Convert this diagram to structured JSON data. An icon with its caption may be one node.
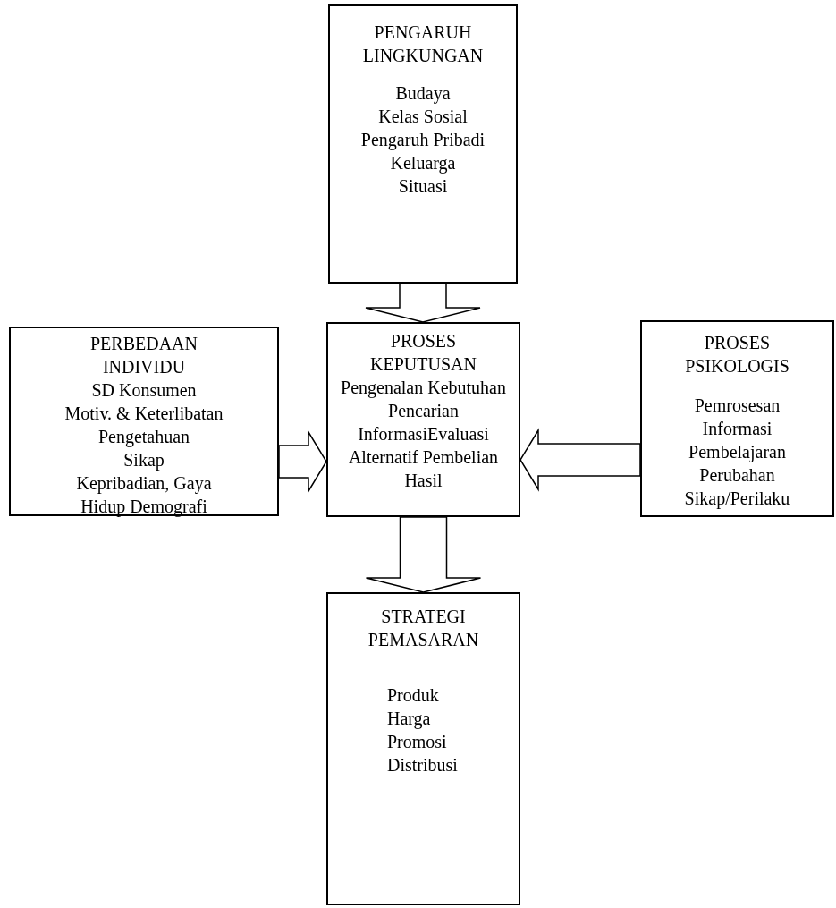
{
  "diagram": {
    "nodes": [
      {
        "text": [
          "PENGARUH LINGKUNGAN",
          "Budaya",
          "Kelas Sosial",
          "Pengaruh Pribadi",
          "Keluarga",
          "Situasi"
        ]
      },
      {
        "text": [
          "PERBEDAAN INDIVIDU",
          "SD  Konsumen",
          "Motiv. & Keterlibatan",
          "Pengetahuan",
          "Sikap",
          "Kepribadian, Gaya",
          "Hidup Demografi"
        ]
      },
      {
        "text": [
          "PROSES KEPUTUSAN",
          "Pengenalan Kebutuhan Pencarian InformasiEvaluasi Alternatif Pembelian Hasil"
        ]
      },
      {
        "text": [
          "PROSES PSIKOLOGIS",
          "Pemrosesan",
          "Informasi",
          "Pembelajaran",
          "Perubahan",
          "Sikap/Perilaku"
        ]
      },
      {
        "text": [
          "STRATEGI PEMASARAN",
          "Produk",
          "Harga",
          "Promosi",
          "Distribusi"
        ]
      }
    ],
    "edges": [
      {
        "from": 0,
        "to": 2,
        "arrow": "to",
        "style": "thick"
      },
      {
        "from": 1,
        "to": 2,
        "arrow": "to",
        "style": "thick"
      },
      {
        "from": 3,
        "to": 2,
        "arrow": "to",
        "style": "thick"
      },
      {
        "from": 2,
        "to": 4,
        "arrow": "to",
        "style": "thick"
      }
    ]
  }
}
